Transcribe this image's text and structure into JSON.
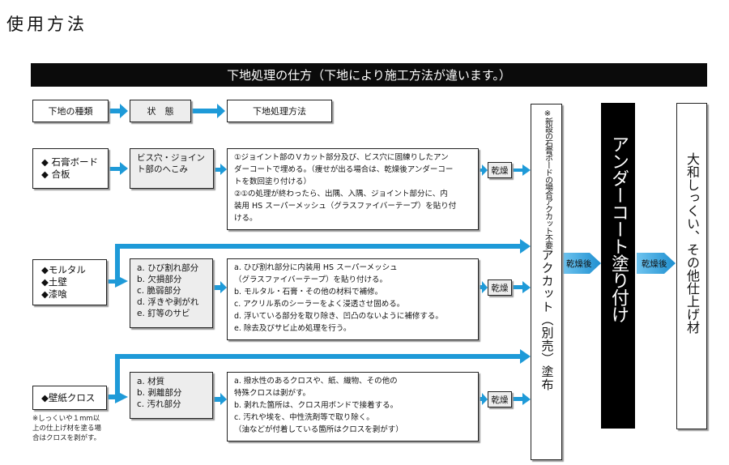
{
  "title": "使用方法",
  "banner": "下地処理の仕方（下地により施工方法が違います。）",
  "headers": {
    "type": "下地の種類",
    "state": "状　態",
    "method": "下地処理方法"
  },
  "rows": [
    {
      "types": [
        "◆ 石膏ボード",
        "◆ 合板"
      ],
      "state": [
        "ビス穴・ジョイン",
        "ト部のへこみ"
      ],
      "method": [
        "①ジョイント部のＶカット部分及び、ビス穴に固練りしたアン",
        "ダーコートで埋める。（痩せが出る場合は、乾燥後アンダーコー",
        "トを数回塗り付ける）",
        "②①の処理が終わったら、出隅、入隅、ジョイント部分に、内",
        "装用 HS スーパーメッシュ（グラスファイバーテープ）を貼り付",
        "ける。"
      ],
      "dry": "乾燥"
    },
    {
      "types": [
        "◆モルタル",
        "◆土壁",
        "◆漆喰"
      ],
      "state": [
        "a. ひび割れ部分",
        "b. 欠損部分",
        "c. 脆弱部分",
        "d. 浮きや剥がれ",
        "e. 釘等のサビ"
      ],
      "method": [
        "a. ひび割れ部分に内装用 HS スーパーメッシュ",
        "（グラスファイバーテープ）を貼り付ける。",
        "b. モルタル・石膏・その他の材料で補修。",
        "c. アクリル系のシーラーをよく浸透させ固める。",
        "d. 浮いている部分を取り除き、凹凸のないように補修する。",
        "e. 除去及びサビ止め処理を行う。"
      ],
      "dry": "乾燥"
    },
    {
      "types": [
        "◆壁紙クロス"
      ],
      "state": [
        "a. 材質",
        "b. 剥離部分",
        "c. 汚れ部分"
      ],
      "method": [
        "a. 撥水性のあるクロスや、紙、織物、その他の",
        "特殊クロスは剥がす。",
        "b. 剥れた箇所は、クロス用ボンドで接着する。",
        "c. 汚れや埃を、中性洗剤等で取り除く。",
        "（油などが付着している箇所はクロスを剥がす）"
      ],
      "dry": "乾燥"
    }
  ],
  "note": [
    "※しっくいや１mm以",
    "上の仕上げ材を塗る場",
    "合はクロスを剥がす。"
  ],
  "steps": {
    "acket": "アクカット（別売）塗布",
    "acket_note": "※新設の石膏ボードの場合アクカット不要",
    "dry_after_1": "乾燥後",
    "under": "アンダーコート塗り付け",
    "dry_after_2": "乾燥後",
    "finish": "大和しっくい、その他仕上げ材"
  },
  "colors": {
    "arrow": "#1e9ad8",
    "banner": "#0b0b0b",
    "gray_box": "#ededed"
  }
}
